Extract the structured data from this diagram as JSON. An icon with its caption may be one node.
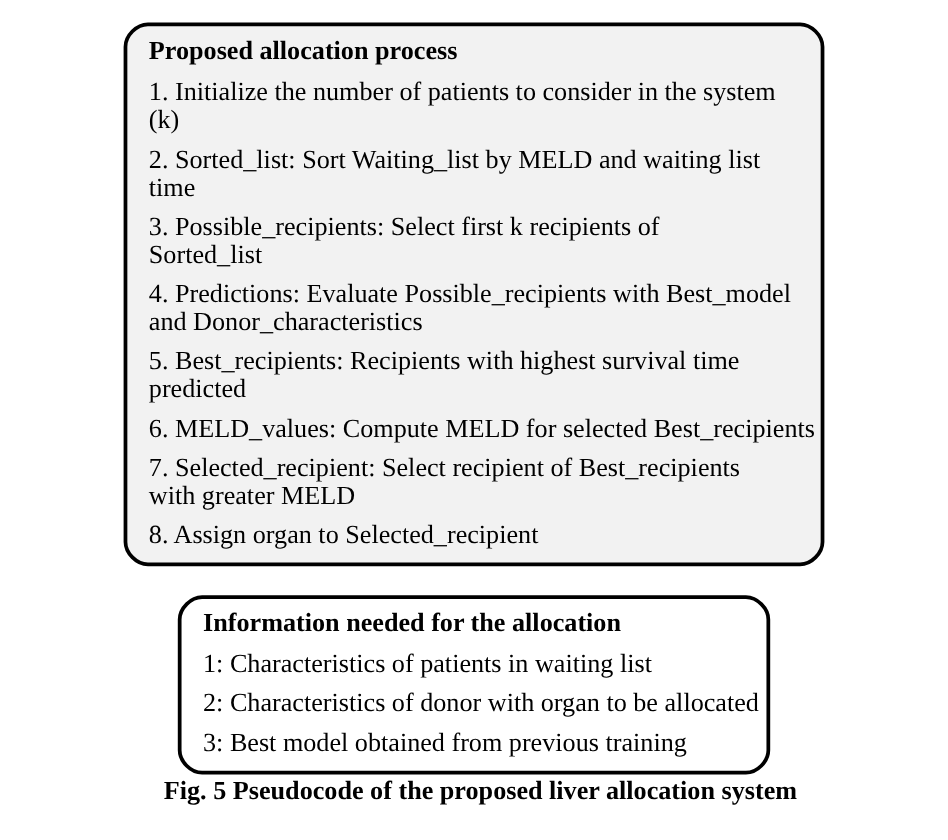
{
  "diagram": {
    "caption": "Fig. 5 Pseudocode of the proposed liver allocation system",
    "nodes": [
      {
        "text": [
          "Information needed for the allocation",
          "1: Characteristics of patients in waiting list",
          "2: Characteristics of donor with organ to be allocated",
          "3: Best model obtained from previous training"
        ]
      },
      {
        "text": [
          "Proposed allocation process",
          "1. Initialize the number of patients to consider in the system (k)",
          "2. Sorted_list: Sort Waiting_list by MELD and waiting list time",
          "3. Possible_recipients: Select first k recipients of Sorted_list",
          "4. Predictions: Evaluate Possible_recipients with Best_model and Donor_characteristics",
          "5. Best_recipients: Recipients with highest survival time predicted",
          "6. MELD_values: Compute MELD for selected Best_recipients",
          "7. Selected_recipient: Select recipient of Best_recipients with greater MELD",
          "8. Assign organ to Selected_recipient"
        ]
      }
    ],
    "edges": []
  }
}
